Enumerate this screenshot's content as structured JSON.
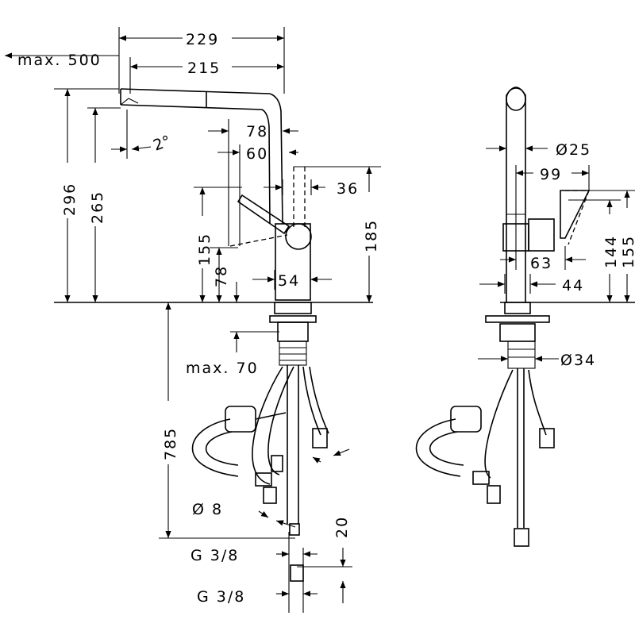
{
  "left_view": {
    "max_500": "max. 500",
    "d229": "229",
    "d215": "215",
    "d296": "296",
    "d265": "265",
    "angle_2": "2°",
    "d78_top": "78",
    "d60": "60",
    "d36": "36",
    "d185": "185",
    "d155": "155",
    "d78_low": "78",
    "d54": "54",
    "max_70": "max. 70",
    "d785": "785",
    "d8": "Ø 8",
    "d20": "20",
    "g38_a": "G 3/8",
    "g38_b": "G 3/8"
  },
  "right_view": {
    "d25": "Ø25",
    "d99": "99",
    "d144": "144",
    "d155": "155",
    "d63": "63",
    "d44": "44",
    "d34": "Ø34"
  }
}
